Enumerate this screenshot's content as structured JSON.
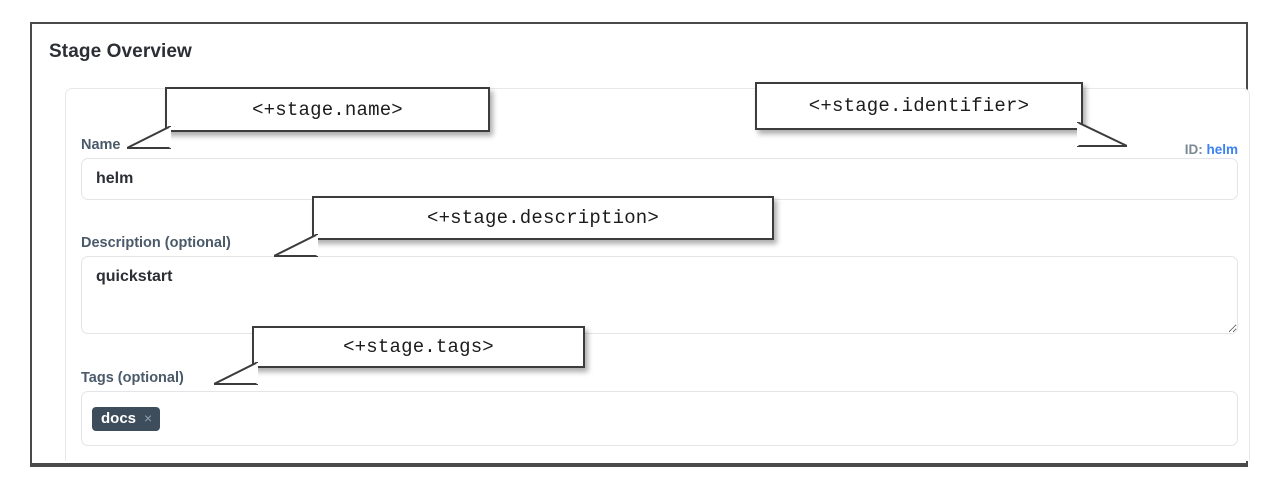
{
  "panel": {
    "title": "Stage Overview"
  },
  "fields": {
    "name": {
      "label": "Name",
      "value": "helm",
      "placeholder": ""
    },
    "identifier": {
      "key": "ID:",
      "value": "helm"
    },
    "description": {
      "label": "Description (optional)",
      "value": "quickstart",
      "placeholder": ""
    },
    "tags": {
      "label": "Tags (optional)",
      "placeholder": "",
      "chips": [
        {
          "label": "docs",
          "remove_icon": "×"
        }
      ]
    }
  },
  "annotations": [
    {
      "text": "<+stage.name>"
    },
    {
      "text": "<+stage.identifier>"
    },
    {
      "text": "<+stage.description>"
    },
    {
      "text": "<+stage.tags>"
    }
  ],
  "colors": {
    "accent_link": "#3b82f6",
    "label": "#4a5a6a",
    "tag_chip_bg": "#3e4d5c",
    "frame_border": "#4a4a4a",
    "input_border": "#e3e5e8"
  }
}
